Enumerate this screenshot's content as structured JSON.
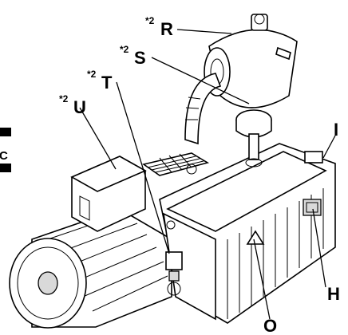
{
  "callouts": {
    "R": {
      "prefix": "*2",
      "letter": "R"
    },
    "S": {
      "prefix": "*2",
      "letter": "S"
    },
    "T": {
      "prefix": "*2",
      "letter": "T"
    },
    "U": {
      "prefix": "*2",
      "letter": "U"
    },
    "I": {
      "letter": "I"
    },
    "H": {
      "letter": "H"
    },
    "O": {
      "letter": "O"
    }
  },
  "side_tab": {
    "letter": "C"
  }
}
